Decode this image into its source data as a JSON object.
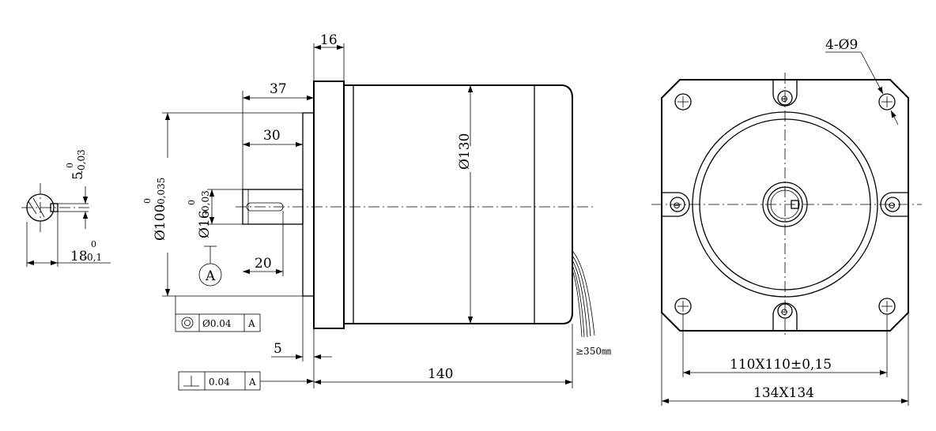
{
  "shaft_section": {
    "key_width": "5",
    "key_tolerance_upper": "0",
    "key_tolerance_lower": "-0,03",
    "key_depth": "18",
    "key_depth_upper": "0",
    "key_depth_lower": "-0,1"
  },
  "side_view": {
    "flange_thickness": "16",
    "shaft_length": "37",
    "key_length": "30",
    "key_offset": "20",
    "pilot_height": "5",
    "body_length": "140",
    "pilot_diameter": "Ø100",
    "pilot_tolerance_upper": "0",
    "pilot_tolerance_lower": "-0,035",
    "shaft_diameter": "Ø16",
    "shaft_tolerance_upper": "0",
    "shaft_tolerance_lower": "-0,03",
    "body_diameter": "Ø130",
    "datum_label": "A",
    "lead_length": "≥350㎜"
  },
  "tolerance_frames": {
    "concentricity": {
      "value": "Ø0.04",
      "datum": "A"
    },
    "perpendicularity": {
      "value": "0.04",
      "datum": "A"
    }
  },
  "front_view": {
    "hole_callout": "4-Ø9",
    "hole_spacing": "110X110±0,15",
    "flange_size": "134X134"
  }
}
